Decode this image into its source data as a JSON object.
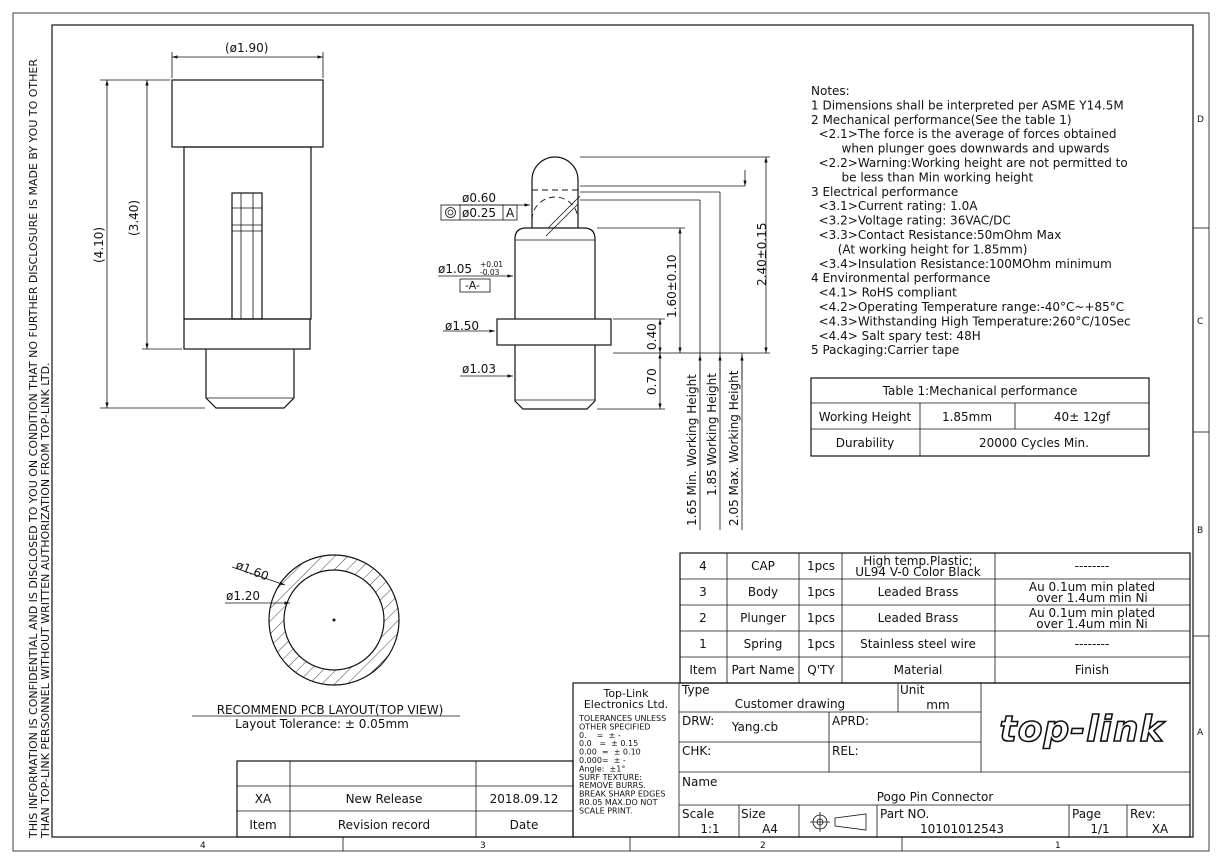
{
  "side_notice": {
    "line1": "THIS INFORMATION IS CONFIDENTIAL AND IS DISCLOSED TO YOU ON CONDITION THAT NO FURTHER DISCLOSURE IS MADE BY YOU TO OTHER",
    "line2": "THAN TOP-LINK PERSONNEL WITHOUT WRITTEN AUTHORIZATION FROM TOP-LINK LTD."
  },
  "zones": {
    "right": [
      "D",
      "C",
      "B",
      "A"
    ],
    "bottom": [
      "4",
      "3",
      "2",
      "1"
    ]
  },
  "side_view": {
    "dim_width": "(ø1.90)",
    "dim_total": "(4.10)",
    "dim_body": "(3.40)"
  },
  "section_view": {
    "d_plunger": "ø0.60",
    "gdt_value": "ø0.25",
    "gdt_datum": "A",
    "d_body": "ø1.05",
    "d_body_tol_upper": "+0.01",
    "d_body_tol_lower": "-0.03",
    "datum_label": "-A-",
    "d_flange": "ø1.50",
    "d_tail": "ø1.03",
    "h_plunger": "1.60±0.10",
    "h_total": "2.40±0.15",
    "h_flange": "0.40",
    "h_tail": "0.70",
    "wh_min": "1.65 Min. Working Height",
    "wh_nom": "1.85 Working Height",
    "wh_max": "2.05 Max. Working Height"
  },
  "notes": {
    "lines": [
      "Notes:",
      "1 Dimensions shall be interpreted per ASME Y14.5M",
      "2 Mechanical performance(See the table 1)",
      "  <2.1>The force is the average of forces obtained",
      "        when plunger goes downwards and upwards",
      "  <2.2>Warning:Working height are not permitted to",
      "        be less than Min working height",
      "3 Electrical performance",
      "  <3.1>Current rating: 1.0A",
      "  <3.2>Voltage rating: 36VAC/DC",
      "  <3.3>Contact Resistance:50mOhm Max",
      "       (At working height for 1.85mm)",
      "  <3.4>Insulation Resistance:100MOhm minimum",
      "4 Environmental performance",
      "  <4.1> RoHS compliant",
      "  <4.2>Operating Temperature range:-40°C~+85°C",
      "  <4.3>Withstanding High Temperature:260°C/10Sec",
      "  <4.4> Salt spary test: 48H",
      "5 Packaging:Carrier tape"
    ]
  },
  "mech_table": {
    "title": "Table 1:Mechanical performance",
    "row1": [
      "Working Height",
      "1.85mm",
      "40± 12gf"
    ],
    "row2": [
      "Durability",
      "20000 Cycles Min."
    ]
  },
  "pcb_layout": {
    "d_outer": "ø1.60",
    "d_inner": "ø1.20",
    "title": "RECOMMEND PCB LAYOUT(TOP VIEW)",
    "tolerance": "Layout Tolerance: ± 0.05mm"
  },
  "bom": {
    "rows": [
      {
        "item": "4",
        "part": "CAP",
        "qty": "1pcs",
        "material": [
          "High temp.Plastic;",
          "UL94 V-0 Color Black"
        ],
        "finish": [
          "--------"
        ]
      },
      {
        "item": "3",
        "part": "Body",
        "qty": "1pcs",
        "material": [
          "Leaded Brass"
        ],
        "finish": [
          "Au 0.1um min plated",
          "over 1.4um min Ni"
        ]
      },
      {
        "item": "2",
        "part": "Plunger",
        "qty": "1pcs",
        "material": [
          "Leaded Brass"
        ],
        "finish": [
          "Au 0.1um min plated",
          "over 1.4um min Ni"
        ]
      },
      {
        "item": "1",
        "part": "Spring",
        "qty": "1pcs",
        "material": [
          "Stainless steel wire"
        ],
        "finish": [
          "--------"
        ]
      }
    ],
    "header": [
      "Item",
      "Part Name",
      "Q'TY",
      "Material",
      "Finish"
    ]
  },
  "revision": {
    "row": [
      "XA",
      "New Release",
      "2018.09.12"
    ],
    "header": [
      "Item",
      "Revision record",
      "Date"
    ]
  },
  "title_block": {
    "company": [
      "Top-Link",
      "Electronics Ltd."
    ],
    "tolerances": [
      "TOLERANCES UNLESS",
      "OTHER SPECIFIED",
      "0.    =  ± -",
      "0.0   =  ± 0.15",
      "0.00  =  ± 0.10",
      "0.000=  ± -",
      "Angle:  ±1°",
      "SURF TEXTURE:",
      "REMOVE BURRS.",
      "BREAK SHARP EDGES",
      "R0.05 MAX.DO NOT",
      "SCALE PRINT."
    ],
    "type_label": "Type",
    "type_value": "Customer drawing",
    "unit_label": "Unit",
    "unit_value": "mm",
    "drw_label": "DRW:",
    "drw_value": "Yang.cb",
    "aprd_label": "APRD:",
    "chk_label": "CHK:",
    "rel_label": "REL:",
    "name_label": "Name",
    "name_value": "Pogo Pin Connector",
    "scale_label": "Scale",
    "scale_value": "1:1",
    "size_label": "Size",
    "size_value": "A4",
    "partno_label": "Part NO.",
    "partno_value": "10101012543",
    "page_label": "Page",
    "page_value": "1/1",
    "rev_label": "Rev:",
    "rev_value": "XA",
    "logo": "top-link"
  }
}
